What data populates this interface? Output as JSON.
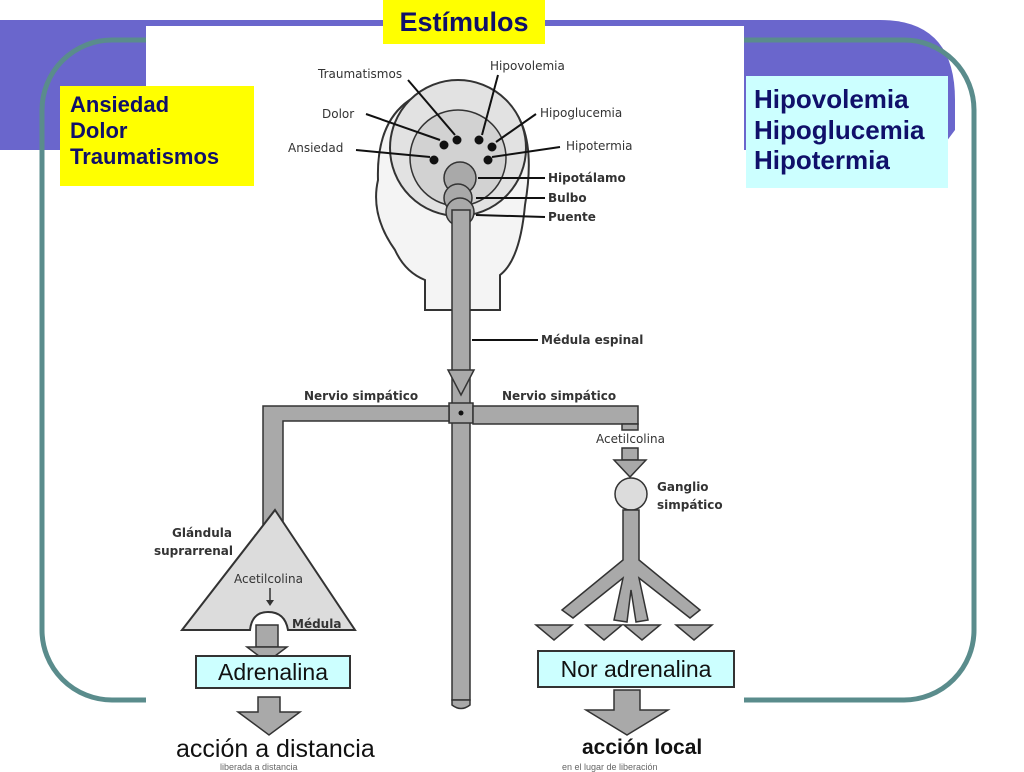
{
  "colors": {
    "frame_fill": "#6a66cc",
    "frame_border": "#5a8c8c",
    "yellow": "#ffff00",
    "cyan": "#ccffff",
    "text_dark": "#10106a",
    "gray_fill": "#a9a9a9",
    "head_fill": "#e6e6e6"
  },
  "header": {
    "title": "Estímulos"
  },
  "left_box": {
    "lines": [
      "Ansiedad",
      "Dolor",
      "Traumatismos"
    ]
  },
  "right_box": {
    "lines": [
      "Hipovolemia",
      "Hipoglucemia",
      "Hipotermia"
    ]
  },
  "figure": {
    "stimuli": {
      "traumatismos": "Traumatismos",
      "hipovolemia": "Hipovolemia",
      "dolor": "Dolor",
      "hipoglucemia": "Hipoglucemia",
      "ansiedad": "Ansiedad",
      "hipotermia": "Hipotermia"
    },
    "brain": {
      "hipotalamo": "Hipotálamo",
      "bulbo": "Bulbo",
      "puente": "Puente"
    },
    "medula_espinal": "Médula espinal",
    "nervio_izq": "Nervio simpático",
    "nervio_der": "Nervio simpático",
    "acetilcolina_der": "Acetilcolina",
    "ganglio_line1": "Ganglio",
    "ganglio_line2": "simpático",
    "glandula_line1": "Glándula",
    "glandula_line2": "suprarrenal",
    "acetilcolina_izq": "Acetilcolina",
    "medula": "Médula"
  },
  "outputs": {
    "adrenalina": "Adrenalina",
    "noradrenalina": "Nor adrenalina",
    "accion_distancia": "acción a distancia",
    "accion_local": "acción local",
    "sub_left": "liberada a distancia",
    "sub_right": "en el lugar de liberación"
  }
}
